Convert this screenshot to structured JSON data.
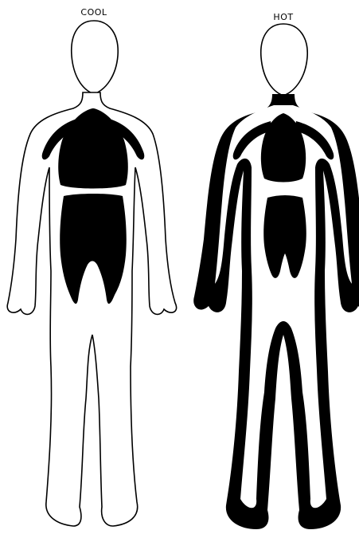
{
  "figures": [
    {
      "label": "COOL",
      "state": "cool"
    },
    {
      "label": "HOT",
      "state": "hot"
    }
  ],
  "colors": {
    "background": "#ffffff",
    "outline": "#000000",
    "blood_flow": "#000000"
  }
}
